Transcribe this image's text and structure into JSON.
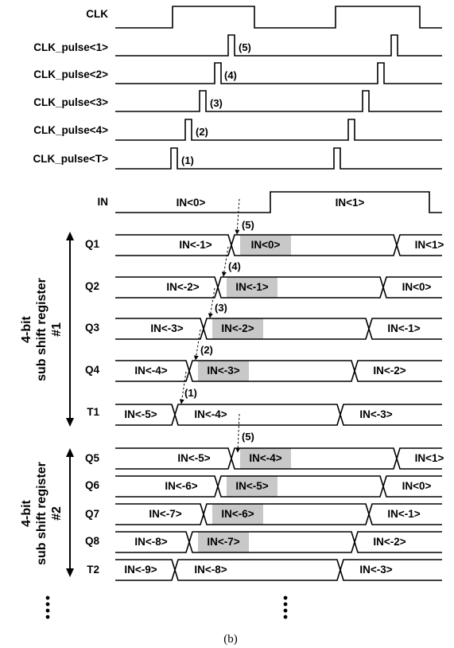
{
  "signals": {
    "clk": "CLK",
    "pulse1": "CLK_pulse<1>",
    "pulse2": "CLK_pulse<2>",
    "pulse3": "CLK_pulse<3>",
    "pulse4": "CLK_pulse<4>",
    "pulseT": "CLK_pulse<T>",
    "in": "IN",
    "q1": "Q1",
    "q2": "Q2",
    "q3": "Q3",
    "q4": "Q4",
    "t1": "T1",
    "q5": "Q5",
    "q6": "Q6",
    "q7": "Q7",
    "q8": "Q8",
    "t2": "T2"
  },
  "pulse_notes": {
    "p1": "(5)",
    "p2": "(4)",
    "p3": "(3)",
    "p4": "(2)",
    "pT": "(1)"
  },
  "in_values": [
    "IN<0>",
    "IN<1>"
  ],
  "register1": {
    "line1": "4-bit",
    "line2": "sub shift register",
    "line3": "#1",
    "q1": [
      "IN<-1>",
      "IN<0>",
      "IN<1>"
    ],
    "q2": [
      "IN<-2>",
      "IN<-1>",
      "IN<0>"
    ],
    "q3": [
      "IN<-3>",
      "IN<-2>",
      "IN<-1>"
    ],
    "q4": [
      "IN<-4>",
      "IN<-3>",
      "IN<-2>"
    ],
    "t1": [
      "IN<-5>",
      "IN<-4>",
      "IN<-3>"
    ]
  },
  "register2": {
    "line1": "4-bit",
    "line2": "sub shift register",
    "line3": "#2",
    "q5": [
      "IN<-5>",
      "IN<-4>",
      "IN<1>"
    ],
    "q6": [
      "IN<-6>",
      "IN<-5>",
      "IN<0>"
    ],
    "q7": [
      "IN<-7>",
      "IN<-6>",
      "IN<-1>"
    ],
    "q8": [
      "IN<-8>",
      "IN<-7>",
      "IN<-2>"
    ],
    "t2": [
      "IN<-9>",
      "IN<-8>",
      "IN<-3>"
    ]
  },
  "arrow_notes": {
    "a5": "(5)",
    "a4": "(4)",
    "a3": "(3)",
    "a2": "(2)",
    "a1": "(1)",
    "b5": "(5)"
  },
  "caption": "(b)",
  "colors": {
    "highlight": "#c8c8c8",
    "line": "#000000"
  }
}
